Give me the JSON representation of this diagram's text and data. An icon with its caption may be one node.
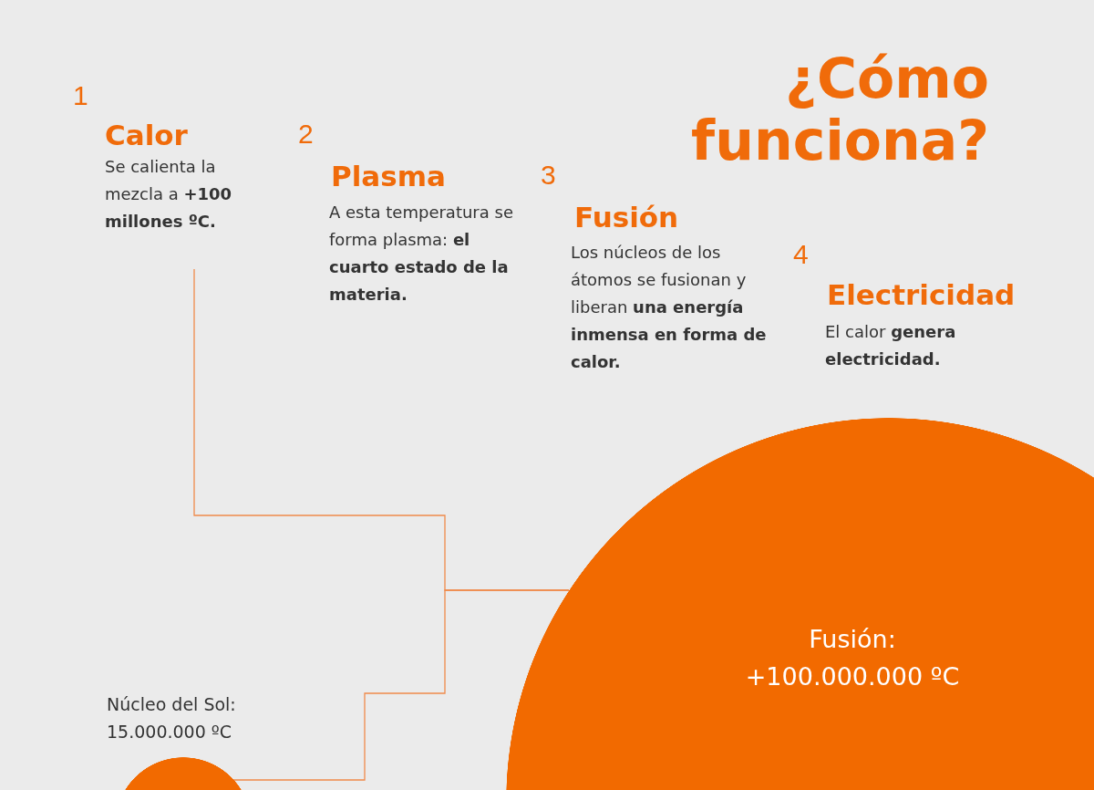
{
  "diagram": {
    "title": "¿Cómo funciona?",
    "nodes": [
      {
        "text": [
          "Calor",
          "Se calienta la mezcla a **+100 millones ºC.**"
        ],
        "beside": [
          "1"
        ]
      },
      {
        "text": [
          "Fusión: +100.000.000 ºC"
        ]
      },
      {
        "text": [],
        "shape": "circle",
        "beside": [
          "Núcleo del Sol: 15.000.000  ºC"
        ]
      }
    ],
    "edges": [
      {
        "from": 0,
        "to": 1,
        "arrow": "none"
      },
      {
        "from": 2,
        "to": 1,
        "arrow": "none"
      }
    ],
    "labels": [
      "2",
      "Plasma",
      "A esta temperatura se forma plasma: **el cuarto estado de la materia.**",
      "3",
      "Fusión",
      "Los núcleos de los átomos se fusionan y liberan **una energía inmensa en forma de calor.**",
      "4",
      "Electricidad",
      "El calor **genera electricidad.**"
    ]
  }
}
